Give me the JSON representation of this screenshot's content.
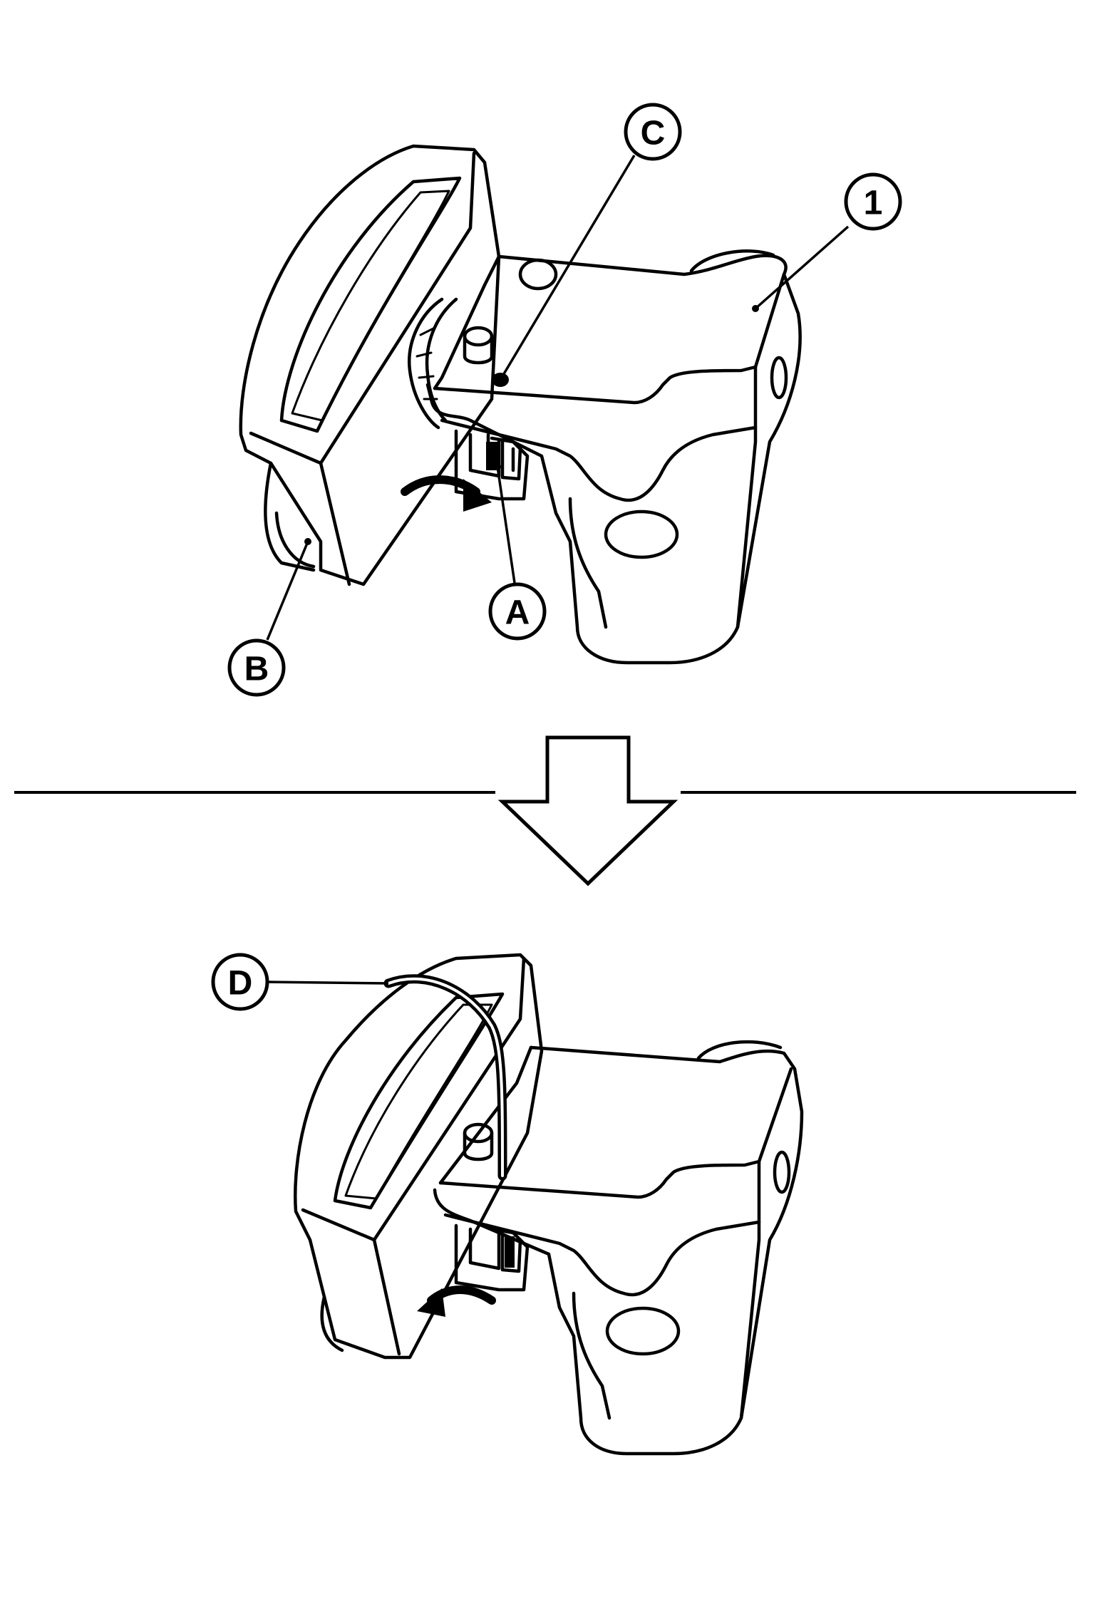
{
  "figure": {
    "callouts": {
      "one": "1",
      "a": "A",
      "b": "B",
      "c": "C",
      "d": "D"
    },
    "colors": {
      "ink": "#000000",
      "background": "#ffffff"
    },
    "panels": [
      "before-removal",
      "after-pin-inserted"
    ],
    "transition_icon": "down-arrow-icon"
  }
}
